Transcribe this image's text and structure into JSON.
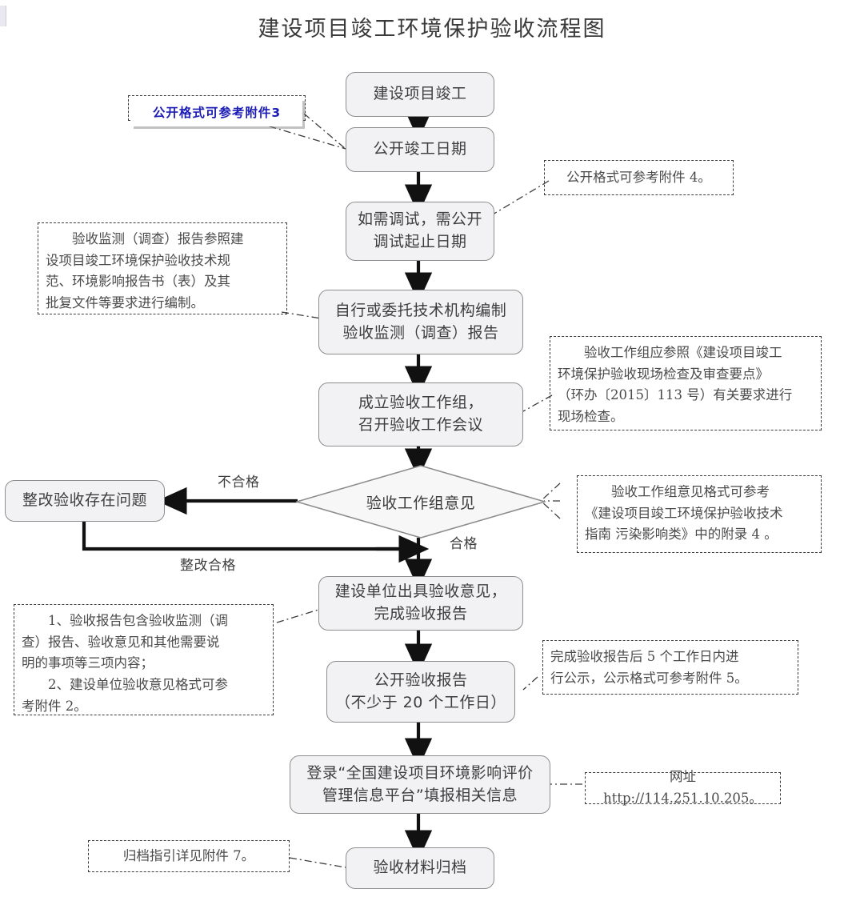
{
  "title": "建设项目竣工环境保护验收流程图",
  "flow": {
    "nodes": [
      {
        "id": "n1",
        "label": "建设项目竣工"
      },
      {
        "id": "n2",
        "label": "公开竣工日期"
      },
      {
        "id": "n3",
        "line1": "如需调试，需公开",
        "line2": "调试起止日期"
      },
      {
        "id": "n4",
        "line1": "自行或委托技术机构编制",
        "line2": "验收监测（调查）报告"
      },
      {
        "id": "n5",
        "line1": "成立验收工作组，",
        "line2": "召开验收工作会议"
      },
      {
        "id": "n6",
        "label": "验收工作组意见",
        "shape": "decision"
      },
      {
        "id": "n7",
        "label": "整改验收存在问题"
      },
      {
        "id": "n8",
        "line1": "建设单位出具验收意见，",
        "line2": "完成验收报告"
      },
      {
        "id": "n9",
        "line1": "公开验收报告",
        "line2": "（不少于 20 个工作日）"
      },
      {
        "id": "n10",
        "line1": "登录“全国建设项目环境影响评价",
        "line2": "管理信息平台”填报相关信息"
      },
      {
        "id": "n11",
        "label": "验收材料归档"
      }
    ],
    "edge_labels": {
      "fail": "不合格",
      "pass": "合格",
      "rectified": "整改合格"
    }
  },
  "notes": {
    "note_attachment3": "公开格式可参考附件3",
    "note_attachment4": "公开格式可参考附件 4。",
    "note_monitoring": {
      "l1": "验收监测（调查）报告参照建",
      "l2": "设项目竣工环境保护验收技术规",
      "l3": "范、环境影响报告书（表）及其",
      "l4": "批复文件等要求进行编制。"
    },
    "note_workgroup": {
      "l1": "验收工作组应参照《建设项目竣工",
      "l2": "环境保护验收现场检查及审查要点》",
      "l3": "（环办〔2015〕113 号）有关要求进行",
      "l4": "现场检查。"
    },
    "note_opinion_format": {
      "l1": "验收工作组意见格式可参考",
      "l2": "《建设项目竣工环境保护验收技术",
      "l3": "指南 污染影响类》中的附录 4 。"
    },
    "note_report_content": {
      "l1": "1、验收报告包含验收监测（调",
      "l2": "查）报告、验收意见和其他需要说",
      "l3": "明的事项等三项内容；",
      "l4": "2、建设单位验收意见格式可参",
      "l5": "考附件 2。"
    },
    "note_publicity": {
      "l1": "完成验收报告后 5 个工作日内进",
      "l2": "行公示，公示格式可参考附件 5。"
    },
    "note_website": "网址 http://114.251.10.205。",
    "note_archive": "归档指引详见附件 7。"
  },
  "colors": {
    "node_fill": "#f2f2f4",
    "node_border": "#8d8d8d",
    "note_border": "#3c3c3c",
    "accent_blue": "#1b1bb5",
    "text": "#3d3d3d"
  }
}
